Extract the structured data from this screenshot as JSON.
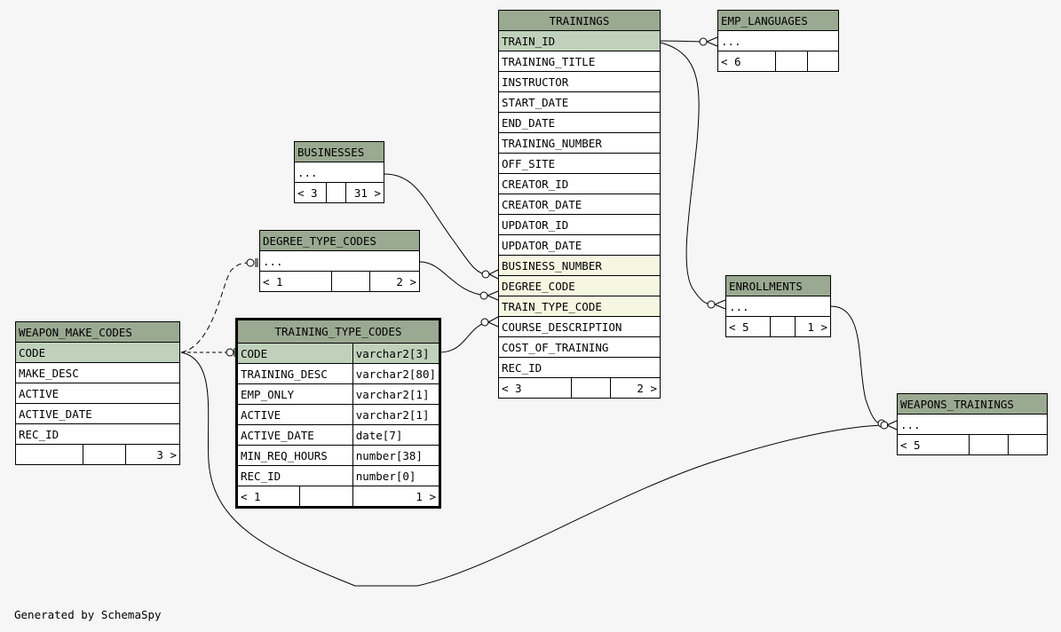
{
  "tables": {
    "trainings": {
      "name": "TRAININGS",
      "columns": [
        "TRAIN_ID",
        "TRAINING_TITLE",
        "INSTRUCTOR",
        "START_DATE",
        "END_DATE",
        "TRAINING_NUMBER",
        "OFF_SITE",
        "CREATOR_ID",
        "CREATOR_DATE",
        "UPDATOR_ID",
        "UPDATOR_DATE",
        "BUSINESS_NUMBER",
        "DEGREE_CODE",
        "TRAIN_TYPE_CODE",
        "COURSE_DESCRIPTION",
        "COST_OF_TRAINING",
        "REC_ID"
      ],
      "footer": {
        "left": "< 3",
        "mid": "",
        "right": "2 >"
      }
    },
    "emp_languages": {
      "name": "EMP_LANGUAGES",
      "body": "...",
      "footer": {
        "left": "< 6",
        "mid": "",
        "right": ""
      }
    },
    "businesses": {
      "name": "BUSINESSES",
      "body": "...",
      "footer": {
        "left": "< 3",
        "mid": "",
        "right": "31 >"
      }
    },
    "degree_type_codes": {
      "name": "DEGREE_TYPE_CODES",
      "body": "...",
      "footer": {
        "left": "< 1",
        "mid": "",
        "right": "2 >"
      }
    },
    "enrollments": {
      "name": "ENROLLMENTS",
      "body": "...",
      "footer": {
        "left": "< 5",
        "mid": "",
        "right": "1 >"
      }
    },
    "weapons_trainings": {
      "name": "WEAPONS_TRAININGS",
      "body": "...",
      "footer": {
        "left": "< 5",
        "mid": "",
        "right": ""
      }
    },
    "weapon_make_codes": {
      "name": "WEAPON_MAKE_CODES",
      "columns": [
        "CODE",
        "MAKE_DESC",
        "ACTIVE",
        "ACTIVE_DATE",
        "REC_ID"
      ],
      "footer": {
        "left": "",
        "mid": "",
        "right": "3 >"
      }
    },
    "training_type_codes": {
      "name": "TRAINING_TYPE_CODES",
      "columns": [
        {
          "name": "CODE",
          "type": "varchar2[3]"
        },
        {
          "name": "TRAINING_DESC",
          "type": "varchar2[80]"
        },
        {
          "name": "EMP_ONLY",
          "type": "varchar2[1]"
        },
        {
          "name": "ACTIVE",
          "type": "varchar2[1]"
        },
        {
          "name": "ACTIVE_DATE",
          "type": "date[7]"
        },
        {
          "name": "MIN_REQ_HOURS",
          "type": "number[38]"
        },
        {
          "name": "REC_ID",
          "type": "number[0]"
        }
      ],
      "footer": {
        "left": "< 1",
        "mid": "",
        "right": "1 >"
      }
    }
  },
  "footer_text": "Generated by SchemaSpy"
}
